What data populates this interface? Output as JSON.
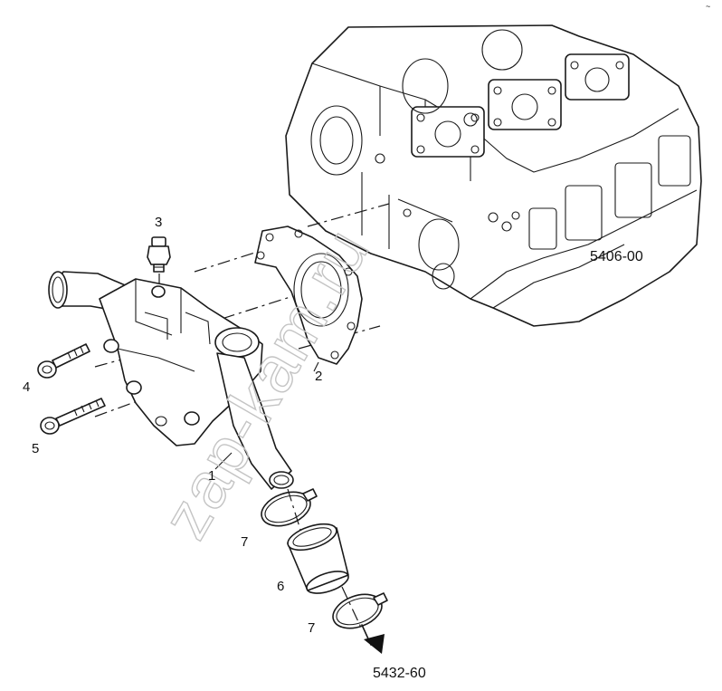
{
  "diagram": {
    "references": {
      "engine_block": "5406-00",
      "outlet": "5432-60"
    },
    "callouts": {
      "housing": "1",
      "gasket": "2",
      "sensor": "3",
      "bolt_short": "4",
      "bolt_long": "5",
      "hose": "6",
      "clamp_upper": "7",
      "clamp_lower": "7"
    },
    "watermark": "zap-kam.ru",
    "corner_mark": "~"
  }
}
